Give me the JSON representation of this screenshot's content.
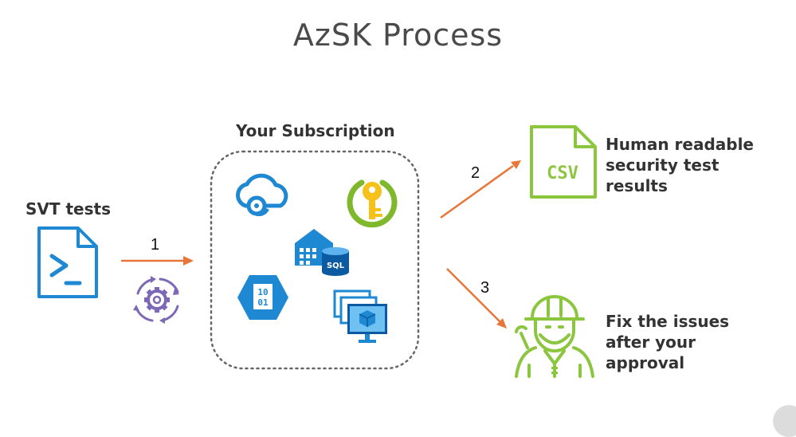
{
  "title": "AzSK Process",
  "subscription_label": "Your Subscription",
  "svt_label": "SVT tests",
  "csv_text": "CSV",
  "sql_text": "SQL",
  "binary_line1": "10",
  "binary_line2": "01",
  "steps": {
    "one": "1",
    "two": "2",
    "three": "3"
  },
  "results_text": [
    "Human readable",
    "security test",
    "results"
  ],
  "fix_text": [
    "Fix the issues",
    "after your",
    "approval"
  ],
  "icons": {
    "script": "powershell-script-icon",
    "gear": "gear-sync-icon",
    "cloud": "cloud-service-icon",
    "key": "key-vault-icon",
    "sql": "sql-warehouse-icon",
    "storage": "storage-blob-icon",
    "vms": "virtual-machines-icon",
    "csv": "csv-file-icon",
    "worker": "worker-icon"
  },
  "colors": {
    "arrow": "#e8763a",
    "azure_blue": "#1e88d2",
    "green": "#8cc63f",
    "purple": "#7d68b8"
  }
}
